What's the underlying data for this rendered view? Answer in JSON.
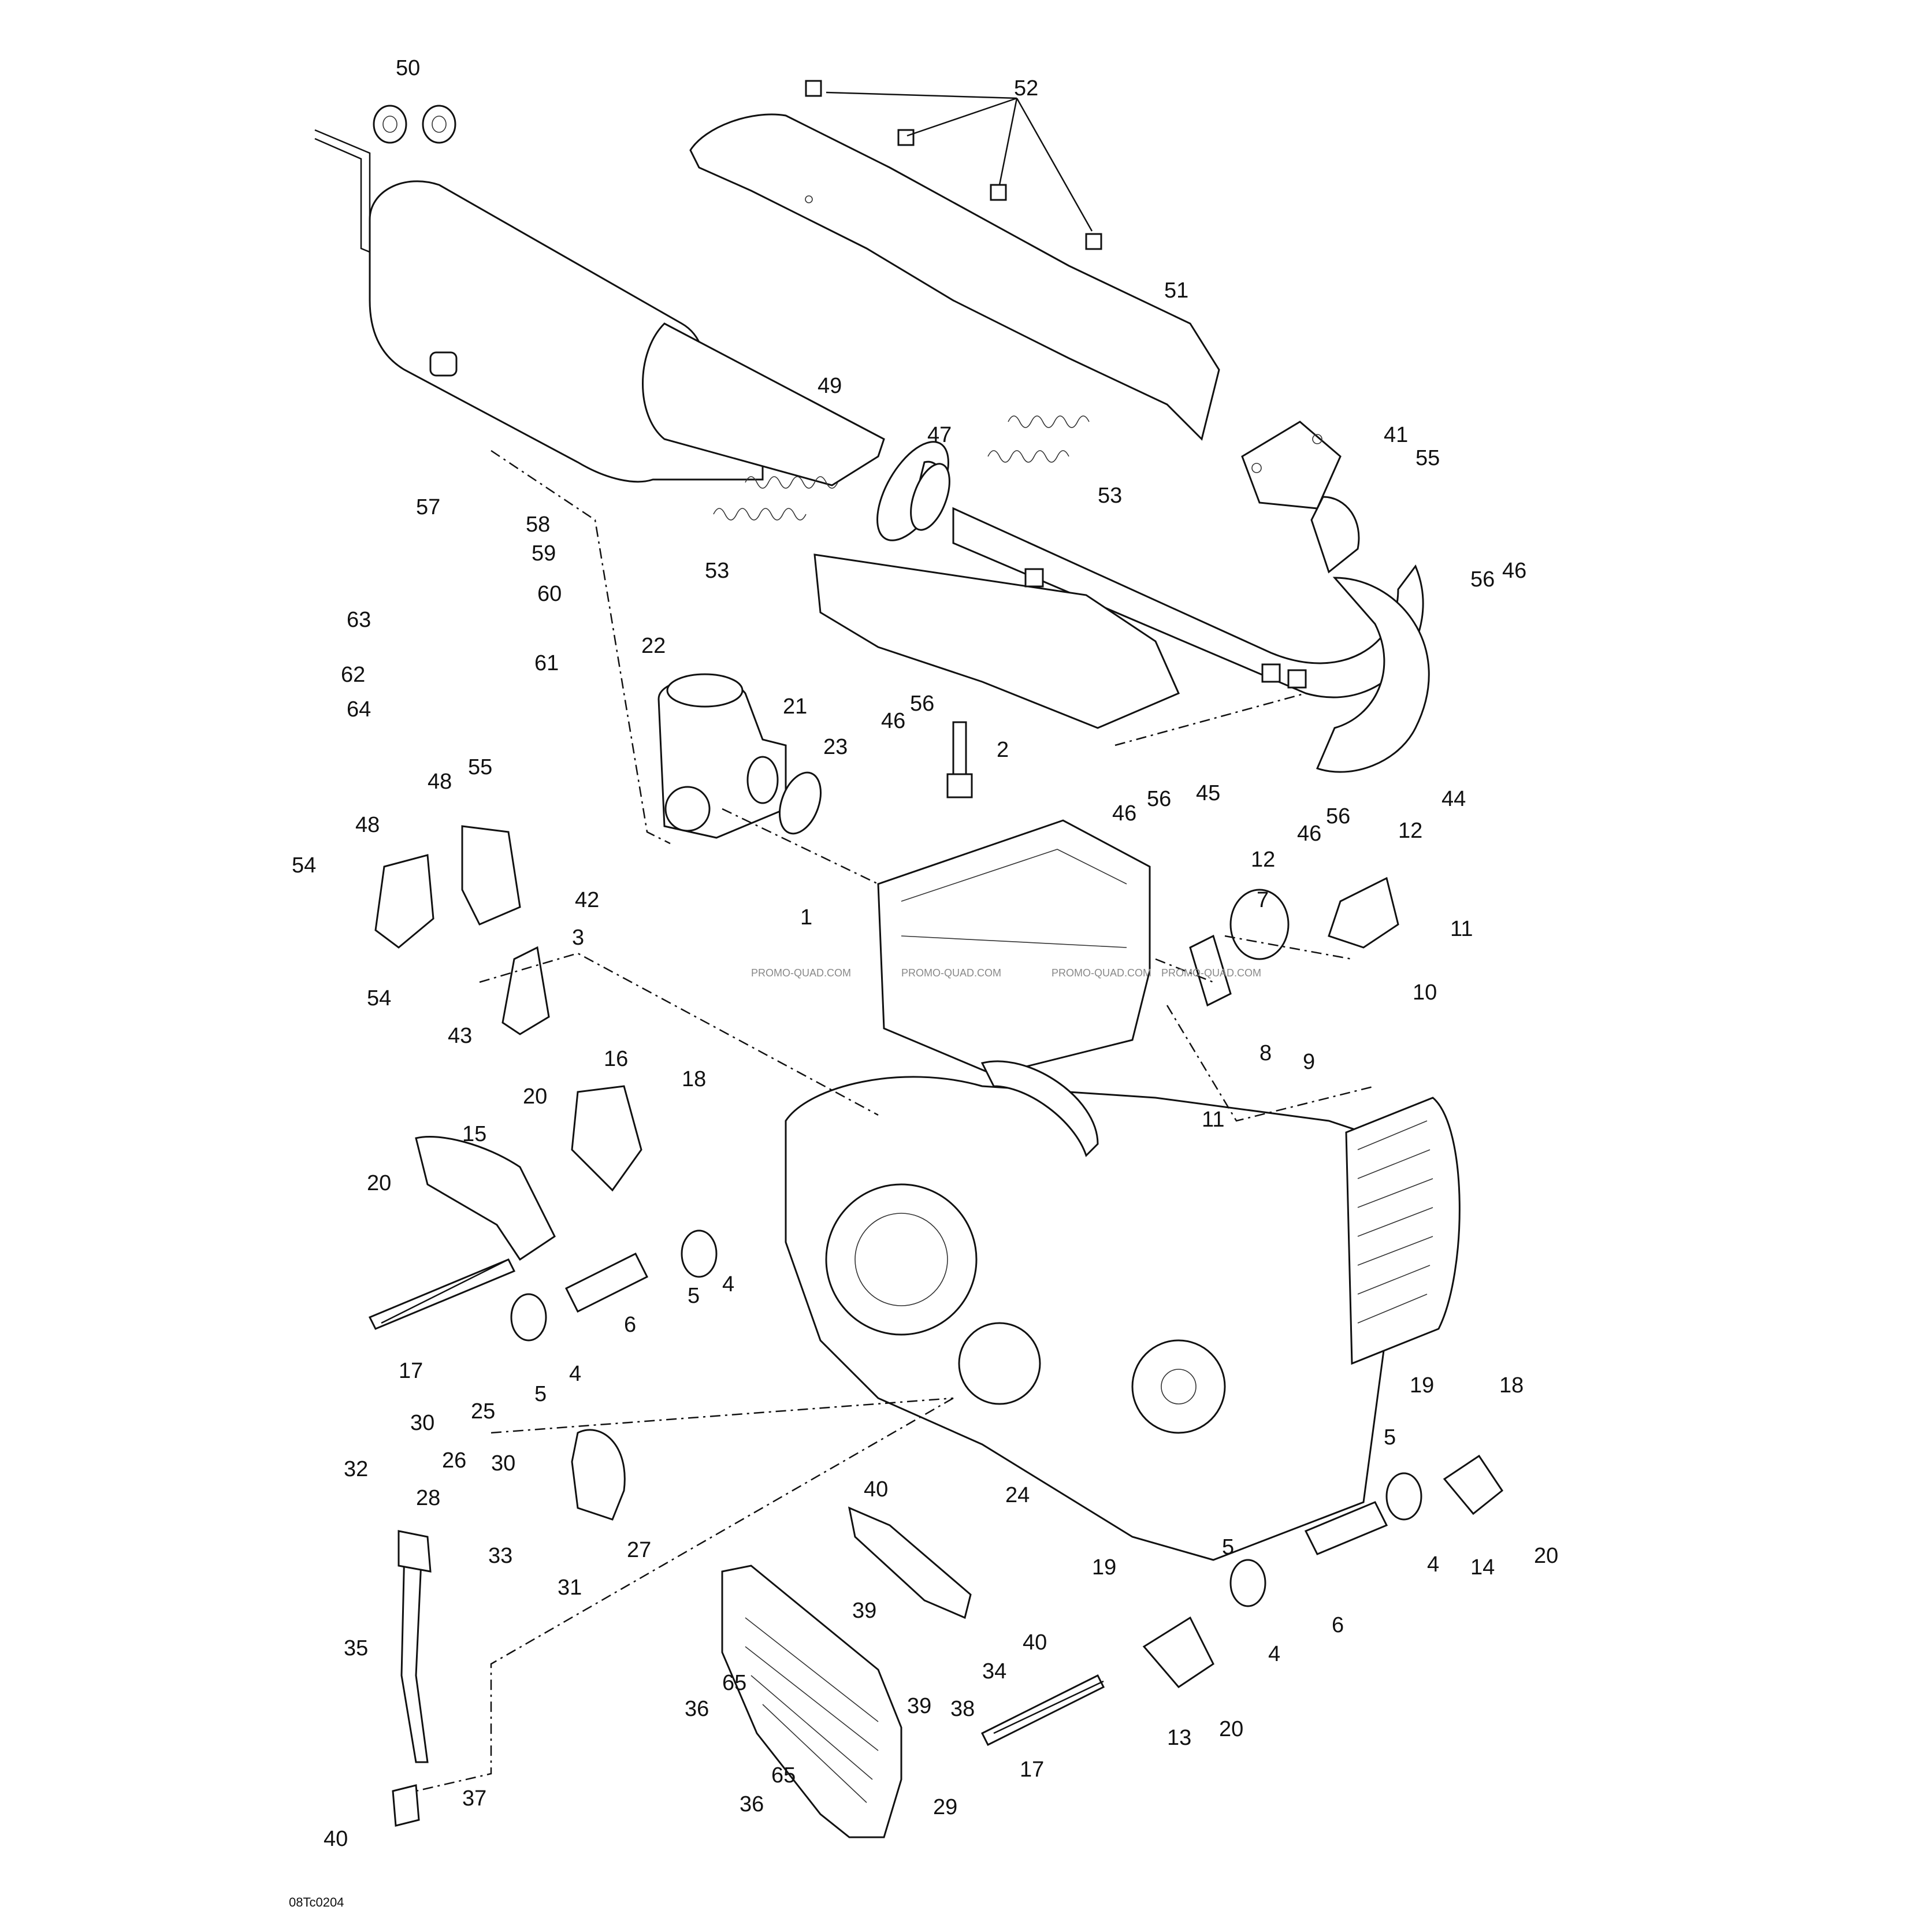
{
  "diagram": {
    "reference_code": "08Tc0204",
    "watermark": "PROMO-QUAD.COM",
    "callouts": [
      {
        "id": "c50",
        "label": "50"
      },
      {
        "id": "c52",
        "label": "52"
      },
      {
        "id": "c51",
        "label": "51"
      },
      {
        "id": "c49",
        "label": "49"
      },
      {
        "id": "c47",
        "label": "47"
      },
      {
        "id": "c53a",
        "label": "53"
      },
      {
        "id": "c53b",
        "label": "53"
      },
      {
        "id": "c41",
        "label": "41"
      },
      {
        "id": "c55a",
        "label": "55"
      },
      {
        "id": "c56a",
        "label": "56"
      },
      {
        "id": "c46a",
        "label": "46"
      },
      {
        "id": "c57",
        "label": "57"
      },
      {
        "id": "c58",
        "label": "58"
      },
      {
        "id": "c59",
        "label": "59"
      },
      {
        "id": "c60",
        "label": "60"
      },
      {
        "id": "c63",
        "label": "63"
      },
      {
        "id": "c61",
        "label": "61"
      },
      {
        "id": "c62",
        "label": "62"
      },
      {
        "id": "c64",
        "label": "64"
      },
      {
        "id": "c22",
        "label": "22"
      },
      {
        "id": "c21",
        "label": "21"
      },
      {
        "id": "c23",
        "label": "23"
      },
      {
        "id": "c2",
        "label": "2"
      },
      {
        "id": "c46b",
        "label": "46"
      },
      {
        "id": "c56b",
        "label": "56"
      },
      {
        "id": "c46c",
        "label": "46"
      },
      {
        "id": "c56c",
        "label": "56"
      },
      {
        "id": "c45",
        "label": "45"
      },
      {
        "id": "c46d",
        "label": "46"
      },
      {
        "id": "c56d",
        "label": "56"
      },
      {
        "id": "c44",
        "label": "44"
      },
      {
        "id": "c55b",
        "label": "55"
      },
      {
        "id": "c48a",
        "label": "48"
      },
      {
        "id": "c48b",
        "label": "48"
      },
      {
        "id": "c54a",
        "label": "54"
      },
      {
        "id": "c42",
        "label": "42"
      },
      {
        "id": "c3",
        "label": "3"
      },
      {
        "id": "c54b",
        "label": "54"
      },
      {
        "id": "c43",
        "label": "43"
      },
      {
        "id": "c1",
        "label": "1"
      },
      {
        "id": "c12a",
        "label": "12"
      },
      {
        "id": "c12b",
        "label": "12"
      },
      {
        "id": "c7",
        "label": "7"
      },
      {
        "id": "c11a",
        "label": "11"
      },
      {
        "id": "c10",
        "label": "10"
      },
      {
        "id": "c8",
        "label": "8"
      },
      {
        "id": "c9",
        "label": "9"
      },
      {
        "id": "c11b",
        "label": "11"
      },
      {
        "id": "c16",
        "label": "16"
      },
      {
        "id": "c18a",
        "label": "18"
      },
      {
        "id": "c20a",
        "label": "20"
      },
      {
        "id": "c15",
        "label": "15"
      },
      {
        "id": "c20b",
        "label": "20"
      },
      {
        "id": "c4a",
        "label": "4"
      },
      {
        "id": "c5a",
        "label": "5"
      },
      {
        "id": "c6a",
        "label": "6"
      },
      {
        "id": "c17a",
        "label": "17"
      },
      {
        "id": "c4b",
        "label": "4"
      },
      {
        "id": "c5b",
        "label": "5"
      },
      {
        "id": "c30a",
        "label": "30"
      },
      {
        "id": "c25",
        "label": "25"
      },
      {
        "id": "c26",
        "label": "26"
      },
      {
        "id": "c30b",
        "label": "30"
      },
      {
        "id": "c28",
        "label": "28"
      },
      {
        "id": "c32",
        "label": "32"
      },
      {
        "id": "c27",
        "label": "27"
      },
      {
        "id": "c31",
        "label": "31"
      },
      {
        "id": "c33",
        "label": "33"
      },
      {
        "id": "c24",
        "label": "24"
      },
      {
        "id": "c19a",
        "label": "19"
      },
      {
        "id": "c18b",
        "label": "18"
      },
      {
        "id": "c5c",
        "label": "5"
      },
      {
        "id": "c4c",
        "label": "4"
      },
      {
        "id": "c14",
        "label": "14"
      },
      {
        "id": "c20c",
        "label": "20"
      },
      {
        "id": "c40a",
        "label": "40"
      },
      {
        "id": "c39a",
        "label": "39"
      },
      {
        "id": "c40b",
        "label": "40"
      },
      {
        "id": "c34",
        "label": "34"
      },
      {
        "id": "c35",
        "label": "35"
      },
      {
        "id": "c36a",
        "label": "36"
      },
      {
        "id": "c65a",
        "label": "65"
      },
      {
        "id": "c39b",
        "label": "39"
      },
      {
        "id": "c38",
        "label": "38"
      },
      {
        "id": "c5d",
        "label": "5"
      },
      {
        "id": "c6b",
        "label": "6"
      },
      {
        "id": "c19b",
        "label": "19"
      },
      {
        "id": "c4d",
        "label": "4"
      },
      {
        "id": "c13",
        "label": "13"
      },
      {
        "id": "c20d",
        "label": "20"
      },
      {
        "id": "c17b",
        "label": "17"
      },
      {
        "id": "c36b",
        "label": "36"
      },
      {
        "id": "c65b",
        "label": "65"
      },
      {
        "id": "c29",
        "label": "29"
      },
      {
        "id": "c37",
        "label": "37"
      },
      {
        "id": "c40c",
        "label": "40"
      }
    ]
  }
}
